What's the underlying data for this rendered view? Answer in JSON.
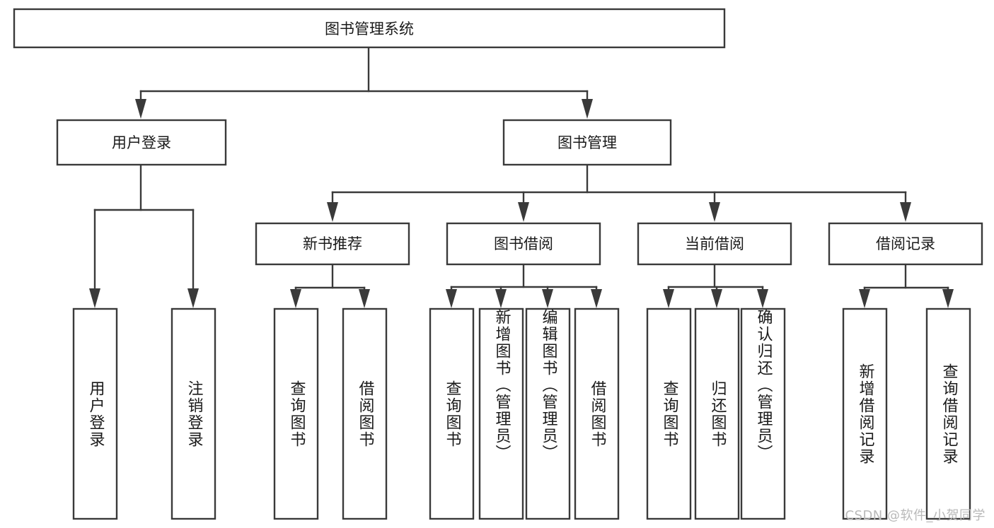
{
  "diagram": {
    "type": "tree",
    "orientation": "top-down",
    "root": {
      "id": "root",
      "label": "图书管理系统"
    },
    "level2": [
      {
        "id": "user-login",
        "label": "用户登录"
      },
      {
        "id": "book-manage",
        "label": "图书管理"
      }
    ],
    "level3": [
      {
        "id": "new-book-recommend",
        "label": "新书推荐",
        "parent": "book-manage"
      },
      {
        "id": "book-borrow",
        "label": "图书借阅",
        "parent": "book-manage"
      },
      {
        "id": "current-borrow",
        "label": "当前借阅",
        "parent": "book-manage"
      },
      {
        "id": "borrow-record",
        "label": "借阅记录",
        "parent": "book-manage"
      }
    ],
    "leaves": [
      {
        "id": "leaf-user-login",
        "label": "用户登录",
        "parent": "user-login"
      },
      {
        "id": "leaf-logout-login",
        "label": "注销登录",
        "parent": "user-login"
      },
      {
        "id": "leaf-query-book-1",
        "label": "查询图书",
        "parent": "new-book-recommend"
      },
      {
        "id": "leaf-borrow-book-1",
        "label": "借阅图书",
        "parent": "new-book-recommend"
      },
      {
        "id": "leaf-query-book-2",
        "label": "查询图书",
        "parent": "book-borrow"
      },
      {
        "id": "leaf-add-book",
        "label": "新增图书（管理员）",
        "parent": "book-borrow"
      },
      {
        "id": "leaf-edit-book",
        "label": "编辑图书（管理员）",
        "parent": "book-borrow"
      },
      {
        "id": "leaf-borrow-book-2",
        "label": "借阅图书",
        "parent": "book-borrow"
      },
      {
        "id": "leaf-query-book-3",
        "label": "查询图书",
        "parent": "current-borrow"
      },
      {
        "id": "leaf-return-book",
        "label": "归还图书",
        "parent": "current-borrow"
      },
      {
        "id": "leaf-confirm-return",
        "label": "确认归还（管理员）",
        "parent": "current-borrow"
      },
      {
        "id": "leaf-add-record",
        "label": "新增借阅记录",
        "parent": "borrow-record"
      },
      {
        "id": "leaf-query-record",
        "label": "查询借阅记录",
        "parent": "borrow-record"
      }
    ]
  },
  "watermark": {
    "text": "CSDN @软件_小贺同学"
  },
  "colors": {
    "stroke": "#3a3a3a",
    "box_fill": "#ffffff",
    "text": "#1a1a1a",
    "watermark": "#b9b9b9",
    "background": "#ffffff"
  }
}
